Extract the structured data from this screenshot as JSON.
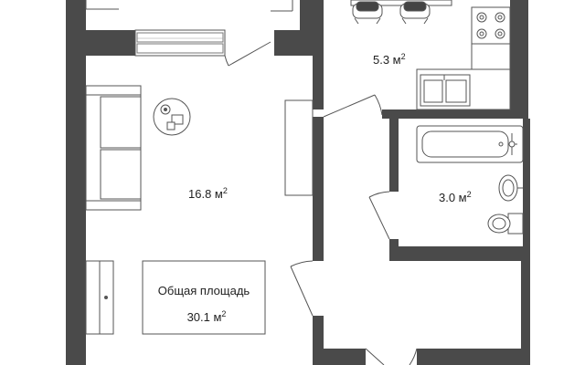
{
  "rooms": {
    "living": {
      "area": "16.8 м",
      "sup": "2"
    },
    "kitchen": {
      "area": "5.3 м",
      "sup": "2"
    },
    "bathroom": {
      "area": "3.0 м",
      "sup": "2"
    }
  },
  "total": {
    "label": "Общая площадь",
    "value": "30.1 м",
    "sup": "2"
  },
  "colors": {
    "wall": "#4a4a4a",
    "line": "#555555",
    "background": "#ffffff"
  }
}
